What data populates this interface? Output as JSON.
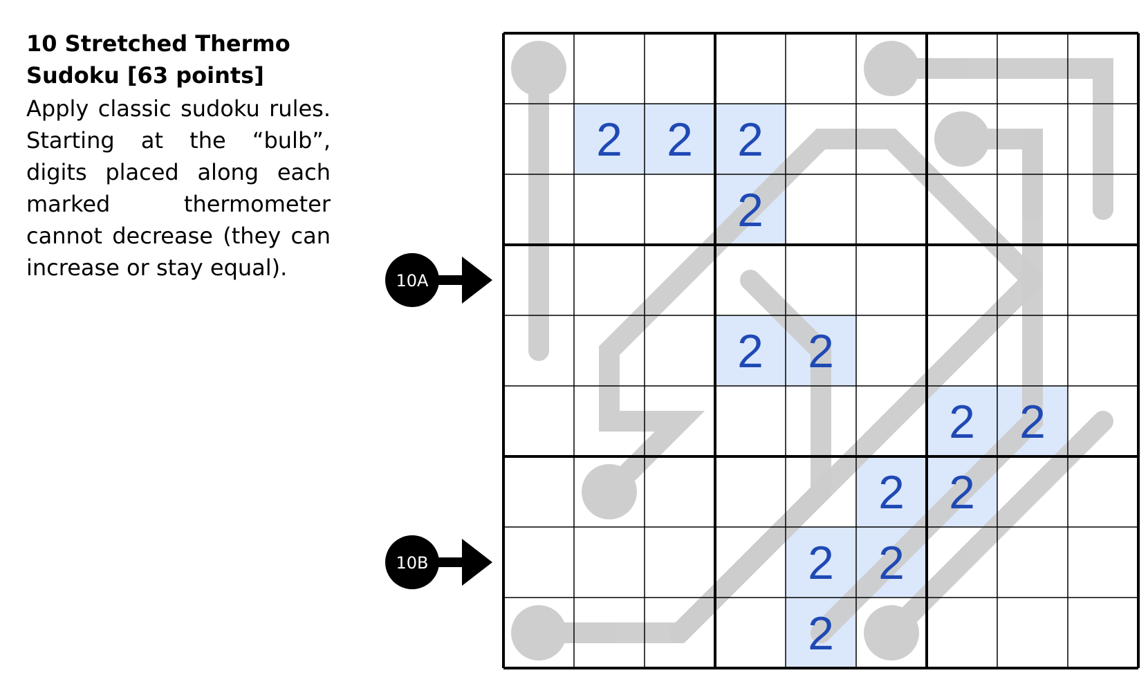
{
  "puzzle": {
    "title": "10 Stretched Thermo Sudoku [63 points]",
    "rules": "Apply classic sudoku rules. Starting at the “bulb”, digits placed along each marked thermometer cannot decrease (they can increase or stay equal).",
    "markers": [
      {
        "label": "10A",
        "row": 3
      },
      {
        "label": "10B",
        "row": 7
      }
    ],
    "size": 9,
    "given_cells": [
      {
        "r": 1,
        "c": 1,
        "v": "2"
      },
      {
        "r": 1,
        "c": 2,
        "v": "2"
      },
      {
        "r": 1,
        "c": 3,
        "v": "2"
      },
      {
        "r": 2,
        "c": 3,
        "v": "2"
      },
      {
        "r": 4,
        "c": 3,
        "v": "2"
      },
      {
        "r": 4,
        "c": 4,
        "v": "2"
      },
      {
        "r": 5,
        "c": 6,
        "v": "2"
      },
      {
        "r": 5,
        "c": 7,
        "v": "2"
      },
      {
        "r": 6,
        "c": 5,
        "v": "2"
      },
      {
        "r": 6,
        "c": 6,
        "v": "2"
      },
      {
        "r": 7,
        "c": 4,
        "v": "2"
      },
      {
        "r": 7,
        "c": 5,
        "v": "2"
      },
      {
        "r": 8,
        "c": 4,
        "v": "2"
      }
    ],
    "thermometers": [
      {
        "bulb": [
          0,
          0
        ],
        "path": [
          [
            0,
            0
          ],
          [
            4,
            0
          ]
        ]
      },
      {
        "bulb": [
          0,
          5
        ],
        "path": [
          [
            0,
            5
          ],
          [
            0,
            8
          ],
          [
            2,
            8
          ]
        ]
      },
      {
        "bulb": [
          1,
          6
        ],
        "path": [
          [
            1,
            6
          ],
          [
            1,
            7
          ],
          [
            2,
            7
          ]
        ]
      },
      {
        "bulb": [
          6,
          1
        ],
        "path": [
          [
            6,
            1
          ],
          [
            5,
            2
          ],
          [
            5,
            1
          ],
          [
            4,
            1
          ],
          [
            2,
            3
          ],
          [
            1,
            4
          ],
          [
            1,
            5
          ],
          [
            3,
            7
          ],
          [
            5,
            7
          ],
          [
            8,
            4
          ]
        ]
      },
      {
        "bulb": [
          8,
          0
        ],
        "path": [
          [
            8,
            0
          ],
          [
            8,
            2
          ],
          [
            3,
            7
          ],
          [
            1,
            7
          ]
        ]
      },
      {
        "bulb": [
          8,
          5
        ],
        "path": [
          [
            8,
            5
          ],
          [
            5,
            8
          ]
        ]
      },
      {
        "bulb": null,
        "path": [
          [
            3,
            3
          ],
          [
            4,
            4
          ],
          [
            6,
            4
          ],
          [
            8,
            2
          ]
        ]
      }
    ],
    "colors": {
      "highlight": "#dbe7fb",
      "digit": "#1f49b4",
      "thermo": "#cccccc",
      "grid": "#000000",
      "marker": "#000000",
      "marker_text": "#ffffff"
    }
  }
}
